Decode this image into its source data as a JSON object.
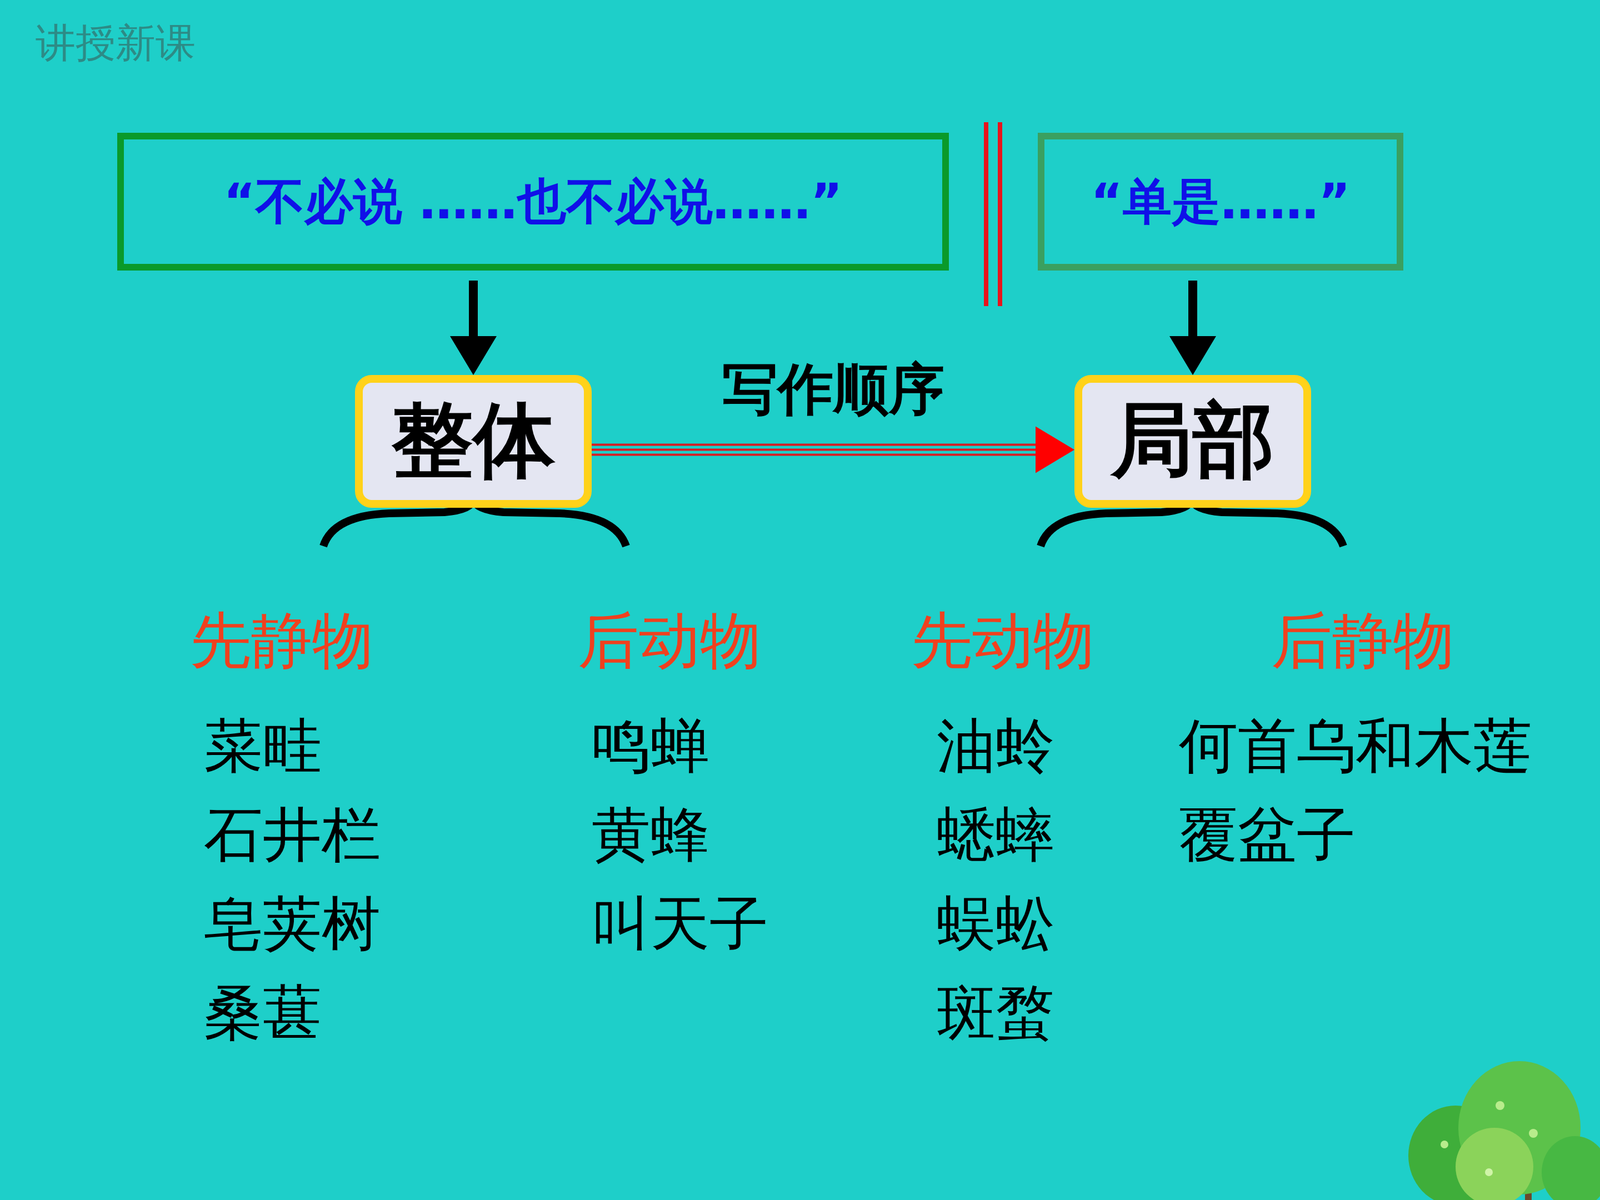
{
  "diagram": {
    "nodes": [
      {
        "text": [
          "“不必说 ……也不必说……”"
        ]
      },
      {
        "text": [
          "“单是……”"
        ]
      },
      {
        "text": [
          "整体"
        ]
      },
      {
        "text": [
          "局部"
        ]
      }
    ],
    "edges": [
      {
        "from": 0,
        "to": 2,
        "arrow": "to"
      },
      {
        "from": 1,
        "to": 3,
        "arrow": "to"
      },
      {
        "from": 2,
        "to": 3,
        "label": "写作顺序",
        "arrow": "to"
      }
    ],
    "labels": [
      "讲授新课",
      "先静物",
      "后动物",
      "先动物",
      "后静物",
      "菜畦",
      "石井栏",
      "皂荚树",
      "桑葚",
      "鸣蝉",
      "黄蜂",
      "叫天子",
      "油蛉",
      "蟋蟀",
      "蜈蚣",
      "斑蝥",
      "何首乌和木莲",
      "覆盆子"
    ]
  }
}
